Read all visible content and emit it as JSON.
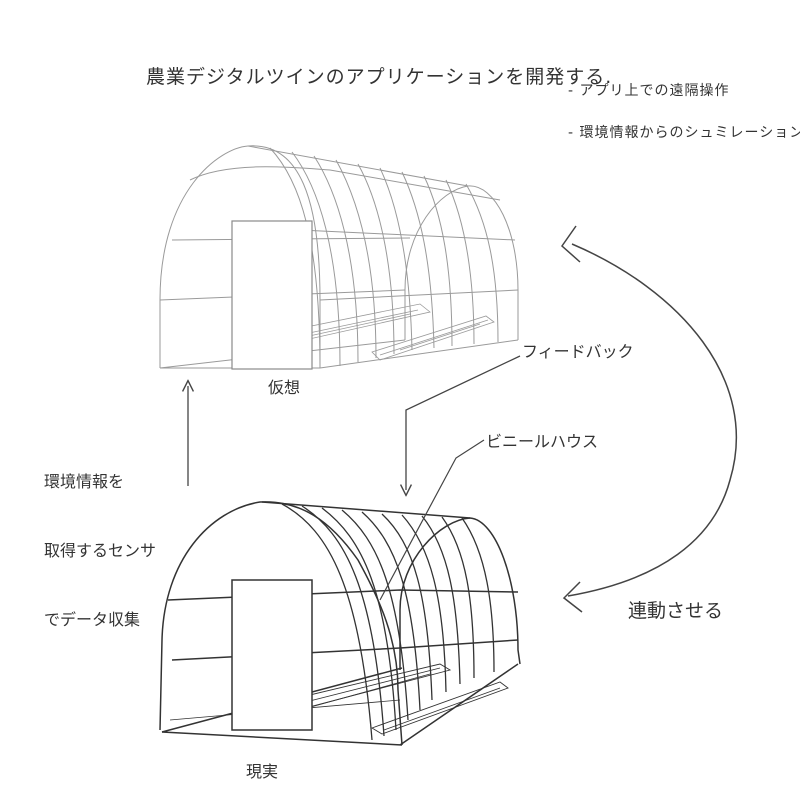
{
  "title": "農業デジタルツインのアプリケーションを開発する.",
  "features": [
    "- アプリ上での遠隔操作",
    "- 環境情報からのシュミレーション"
  ],
  "labels": {
    "virtual": "仮想",
    "real": "現実",
    "feedback": "フィードバック",
    "vinyl_house": "ビニールハウス",
    "linked": "連動させる",
    "sensor_lines": [
      "環境情報を",
      "取得するセンサ",
      "でデータ収集"
    ]
  },
  "colors": {
    "ink": "#333333",
    "light_ink": "#9a9a9a",
    "paper": "#ffffff"
  }
}
